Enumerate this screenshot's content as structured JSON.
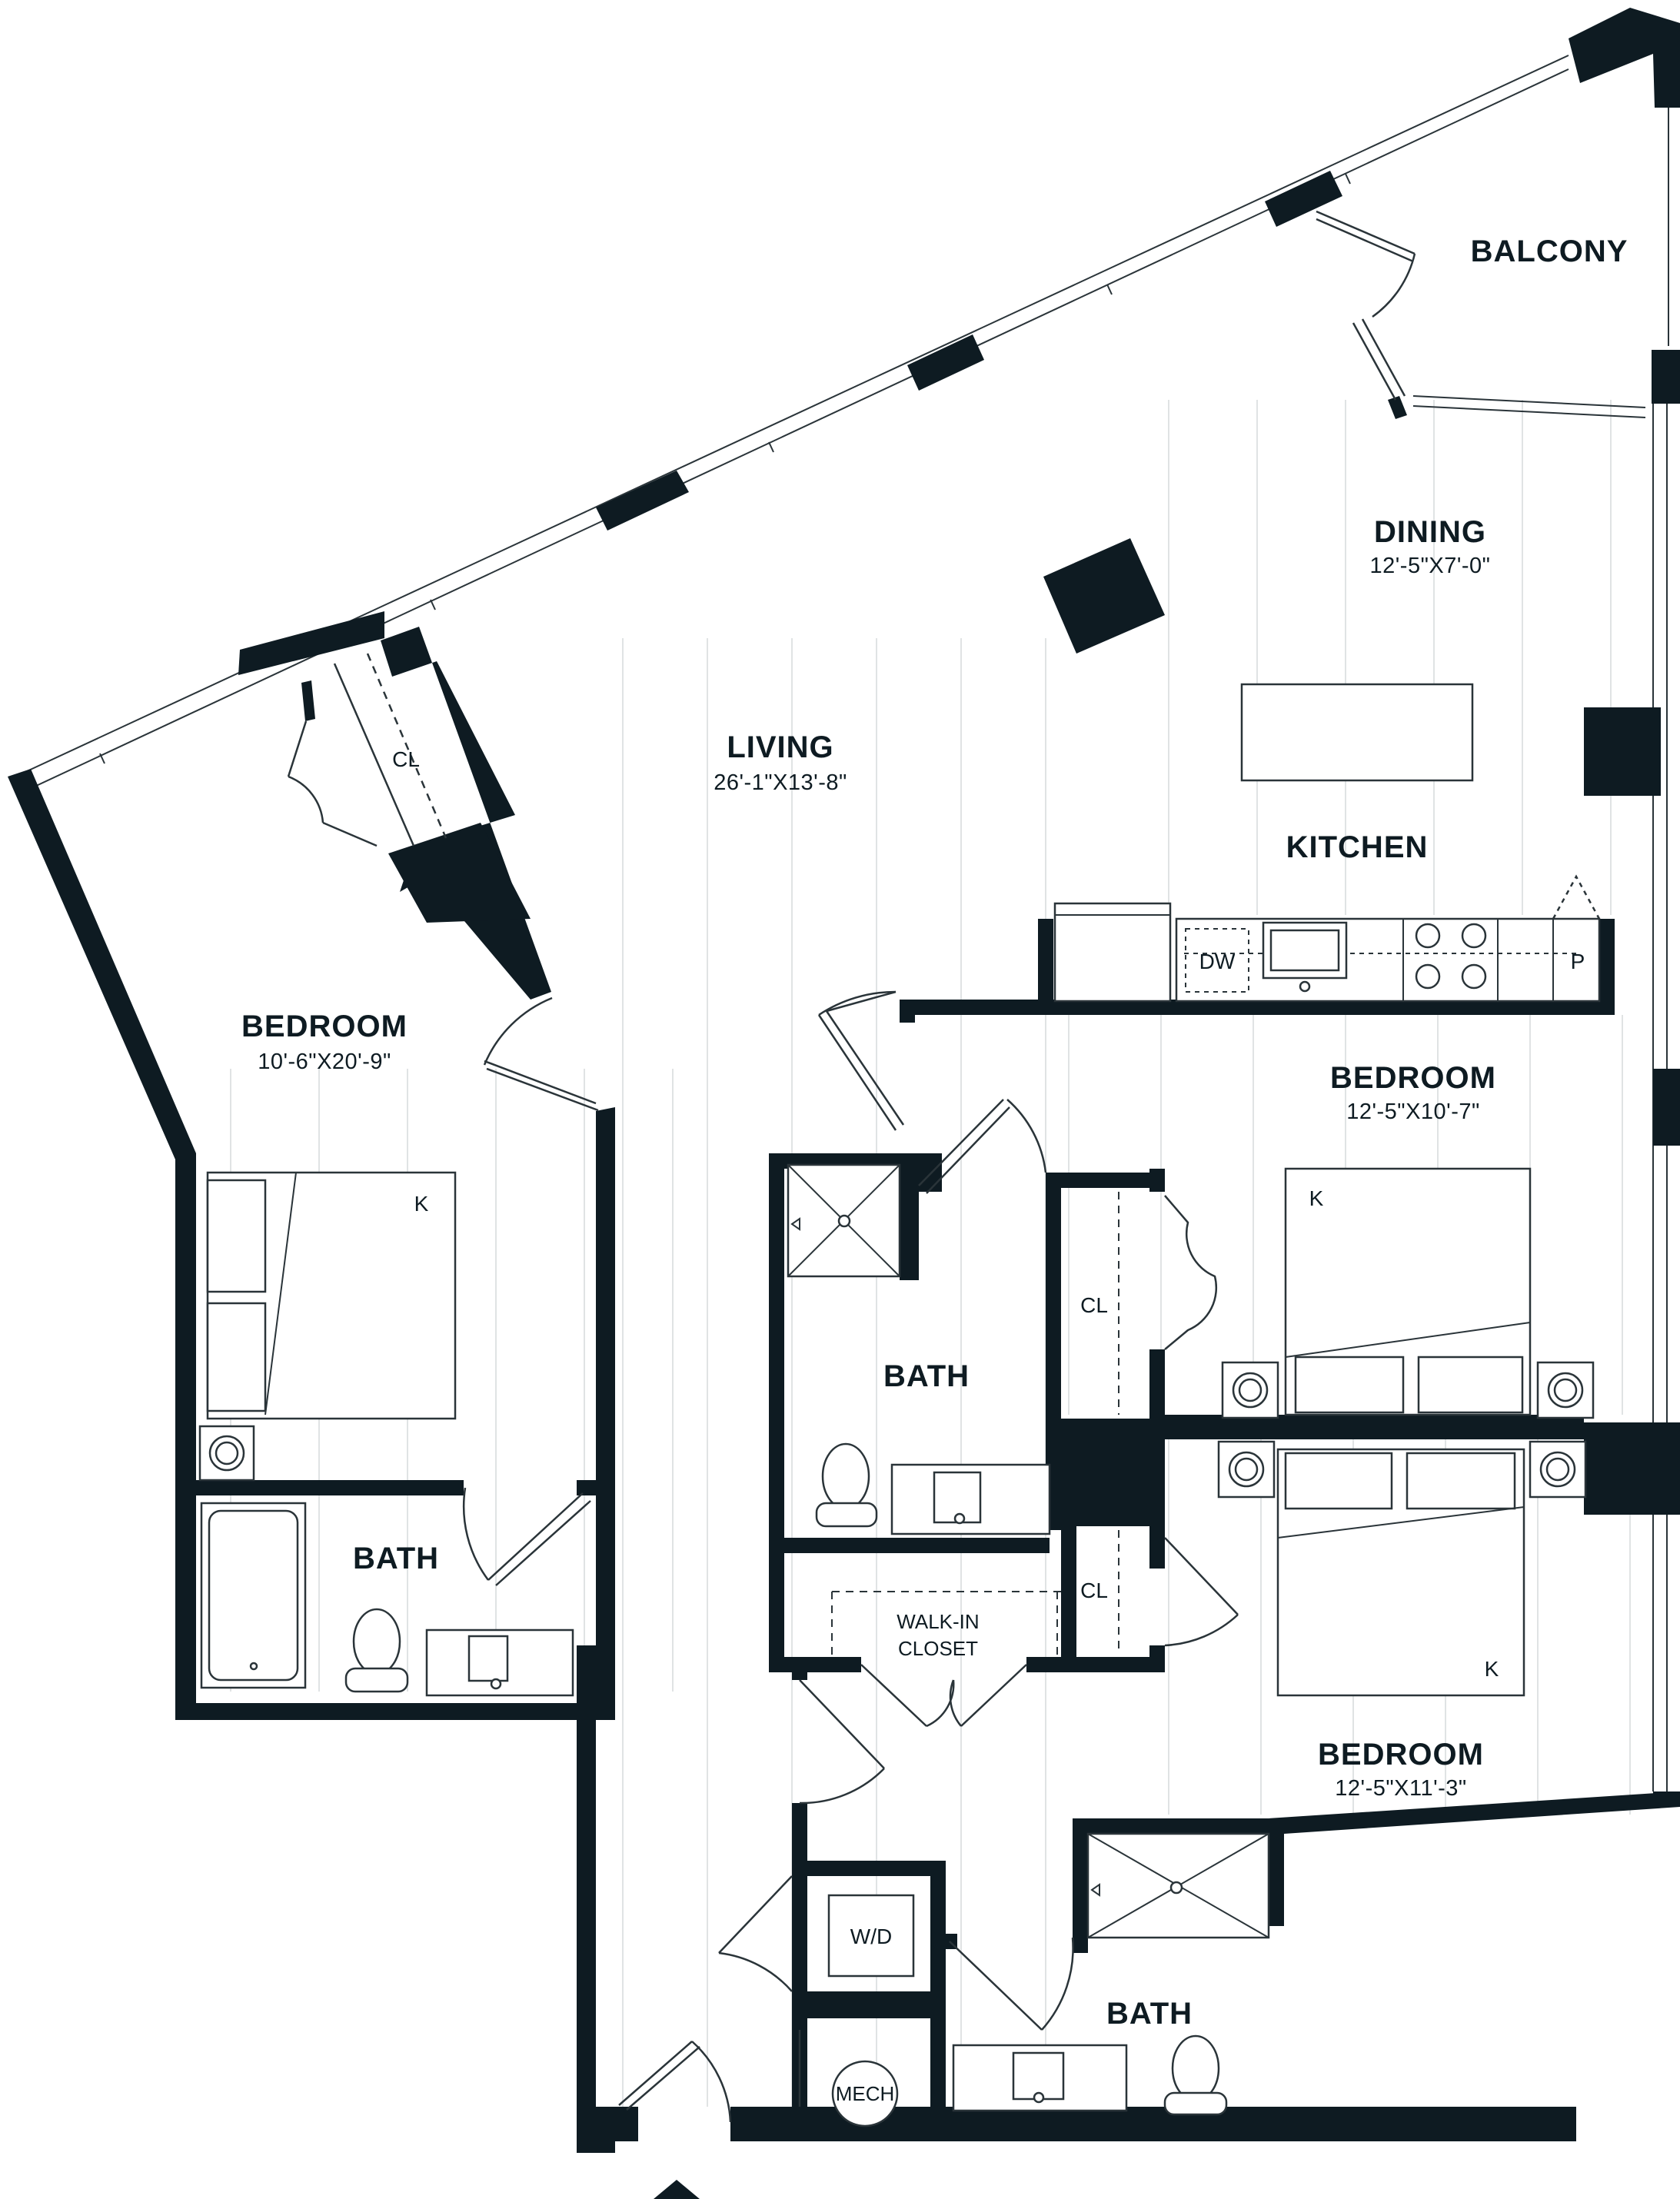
{
  "rooms": {
    "balcony": {
      "name": "BALCONY"
    },
    "dining": {
      "name": "DINING",
      "dim": "12'-5\"X7'-0\""
    },
    "living": {
      "name": "LIVING",
      "dim": "26'-1\"X13'-8\""
    },
    "kitchen": {
      "name": "KITCHEN"
    },
    "bedroom_west": {
      "name": "BEDROOM",
      "dim": "10'-6\"X20'-9\""
    },
    "bedroom_east_upper": {
      "name": "BEDROOM",
      "dim": "12'-5\"X10'-7\""
    },
    "bedroom_east_lower": {
      "name": "BEDROOM",
      "dim": "12'-5\"X11'-3\""
    },
    "bath_west": {
      "name": "BATH"
    },
    "bath_center": {
      "name": "BATH"
    },
    "bath_south": {
      "name": "BATH"
    },
    "walk_in_closet": {
      "line1": "WALK-IN",
      "line2": "CLOSET"
    }
  },
  "labels": {
    "closet": "CL",
    "king_bed": "K",
    "dishwasher": "DW",
    "pantry": "P",
    "washer_dryer": "W/D",
    "mechanical": "MECH"
  },
  "colors": {
    "wall": "#0e1b22",
    "floor_lines": "#d9dcde"
  }
}
